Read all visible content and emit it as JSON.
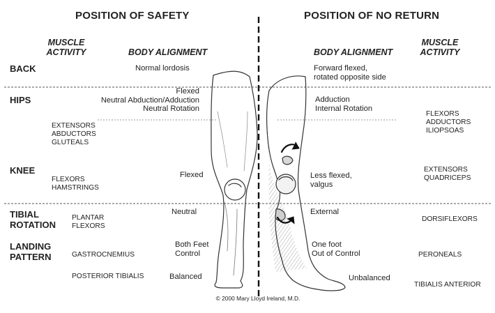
{
  "titles": {
    "left": "POSITION OF SAFETY",
    "right": "POSITION OF NO RETURN"
  },
  "headers": {
    "left_muscle": "MUSCLE\nACTIVITY",
    "left_alignment": "BODY ALIGNMENT",
    "right_alignment": "BODY ALIGNMENT",
    "right_muscle": "MUSCLE\nACTIVITY"
  },
  "sections": {
    "back": "BACK",
    "hips": "HIPS",
    "knee": "KNEE",
    "tibial_rotation": "TIBIAL\nROTATION",
    "landing_pattern": "LANDING\nPATTERN"
  },
  "safety": {
    "back": "Normal lordosis",
    "hips": "Flexed\nNeutral Abduction/Adduction\nNeutral Rotation",
    "hip_muscles": "EXTENSORS\nABDUCTORS\nGLUTEALS",
    "knee": "Flexed",
    "knee_muscles": "FLEXORS\nHAMSTRINGS",
    "tibial": "Neutral",
    "tibial_muscles": "PLANTAR\nFLEXORS",
    "landing": "Both Feet\nControl",
    "landing_muscle": "GASTROCNEMIUS",
    "balance": "Balanced",
    "balance_muscle": "POSTERIOR TIBIALIS"
  },
  "no_return": {
    "back": "Forward flexed,\nrotated opposite side",
    "hips": "Adduction\nInternal Rotation",
    "hip_muscles": "FLEXORS\nADDUCTORS\nILIOPSOAS",
    "knee": "Less flexed,\nvalgus",
    "knee_muscles": "EXTENSORS\nQUADRICEPS",
    "tibial": "External",
    "tibial_muscles": "DORSIFLEXORS",
    "landing": "One foot\nOut of Control",
    "landing_muscle": "PERONEALS",
    "balance": "Unbalanced",
    "balance_muscle": "TIBIALIS ANTERIOR"
  },
  "copyright": "© 2000 Mary Lloyd Ireland, M.D.",
  "colors": {
    "ink": "#222222",
    "line": "#555555",
    "shade": "#9a9a9a",
    "background": "#ffffff"
  },
  "icons": [
    "rotation-arrow-icon"
  ]
}
